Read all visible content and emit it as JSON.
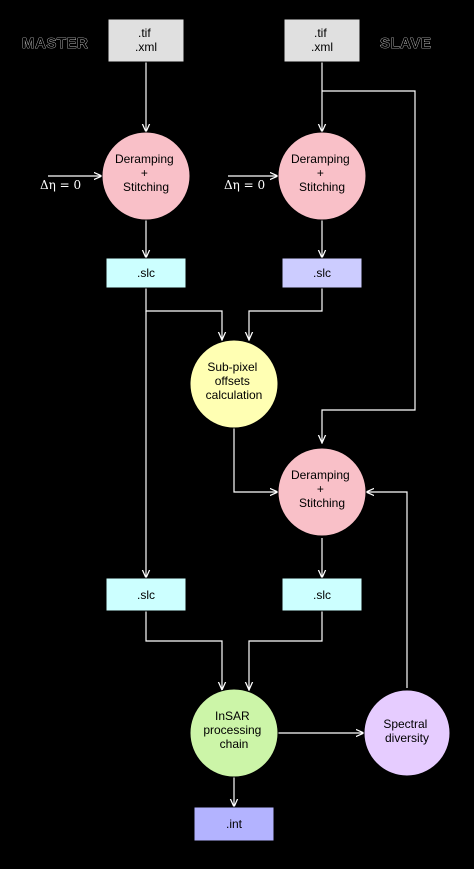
{
  "labels": {
    "master": "MASTER",
    "slave": "SLAVE",
    "eta_left": "Δη = 0",
    "eta_right": "Δη = 0"
  },
  "nodes": {
    "master_input": {
      "lines": [
        ".tif",
        ".xml"
      ]
    },
    "slave_input": {
      "lines": [
        ".tif",
        ".xml"
      ]
    },
    "deramp_master": {
      "lines": [
        "Deramping",
        "+",
        "Stitching"
      ]
    },
    "deramp_slave": {
      "lines": [
        "Deramping",
        "+",
        "Stitching"
      ]
    },
    "slc_master_1": {
      "lines": [
        ".slc"
      ]
    },
    "slc_slave_1": {
      "lines": [
        ".slc"
      ]
    },
    "subpixel": {
      "lines": [
        "Sub-pixel",
        "offsets",
        "calculation"
      ]
    },
    "deramp_resample": {
      "lines": [
        "Deramping",
        "+",
        "Stitching"
      ]
    },
    "slc_master_2": {
      "lines": [
        ".slc"
      ]
    },
    "slc_slave_2": {
      "lines": [
        ".slc"
      ]
    },
    "insar": {
      "lines": [
        "InSAR",
        "processing",
        "chain"
      ]
    },
    "spectral": {
      "lines": [
        "Spectral",
        "diversity"
      ]
    },
    "int_output": {
      "lines": [
        ".int"
      ]
    }
  },
  "colors": {
    "input_box": "#e0e0e0",
    "deramp_circle": "#f9c0c8",
    "slc_master": "#ccffff",
    "slc_slave": "#ccccff",
    "subpixel_circle": "#ffffb3",
    "insar_circle": "#ccf5a8",
    "spectral_circle": "#e6ccff",
    "int_box": "#b3b3ff"
  }
}
